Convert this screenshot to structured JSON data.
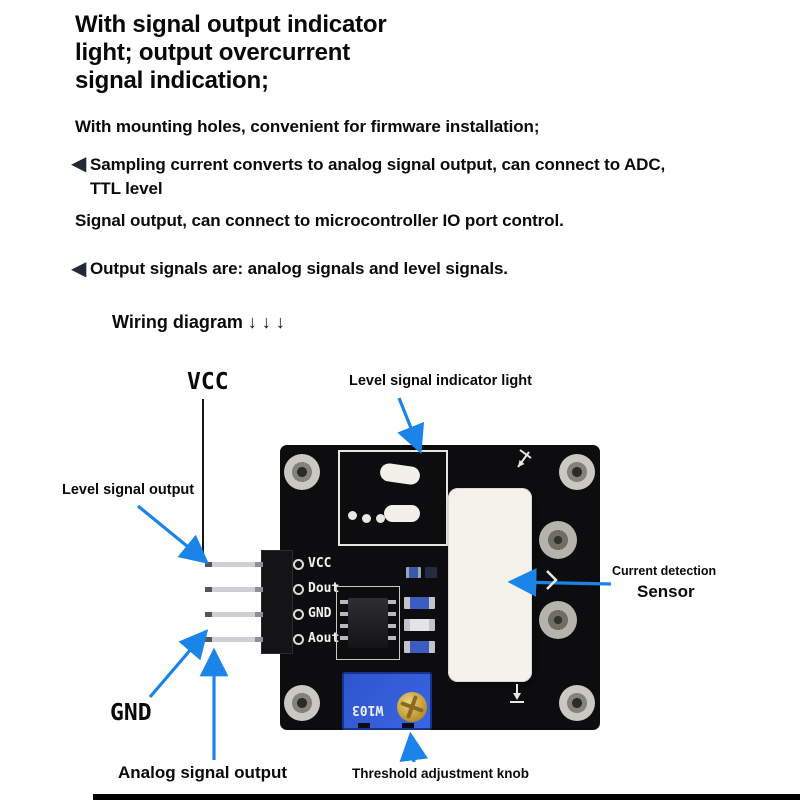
{
  "colors": {
    "arrow_blue": "#1b84e8",
    "text_black": "#0d0d0d",
    "pcb_black": "#0d0d10",
    "pot_blue": "#2e55cc",
    "sensor_white": "#f3f3ec"
  },
  "icons": {
    "feature_marker": "◀"
  },
  "header": {
    "title": "With signal output indicator\nlight; output overcurrent\nsignal indication;"
  },
  "features": [
    {
      "text": "With mounting holes, convenient for firmware installation;"
    },
    {
      "text": "Sampling current converts to analog signal output, can connect to ADC, TTL level"
    },
    {
      "text": "Signal output, can connect to microcontroller IO port control."
    },
    {
      "text": "Output signals are: analog signals and level signals."
    }
  ],
  "wiring": {
    "heading": "Wiring diagram ↓ ↓ ↓"
  },
  "diagram": {
    "labels": {
      "vcc": "VCC",
      "level_indicator": "Level signal indicator light",
      "level_output": "Level signal output",
      "current_detection": "Current detection",
      "sensor": "Sensor",
      "gnd": "GND",
      "analog_output": "Analog signal output",
      "threshold_knob": "Threshold adjustment knob"
    },
    "board": {
      "pins": [
        "VCC",
        "Dout",
        "GND",
        "Aout"
      ],
      "potentiometer_marking": "W103"
    }
  }
}
